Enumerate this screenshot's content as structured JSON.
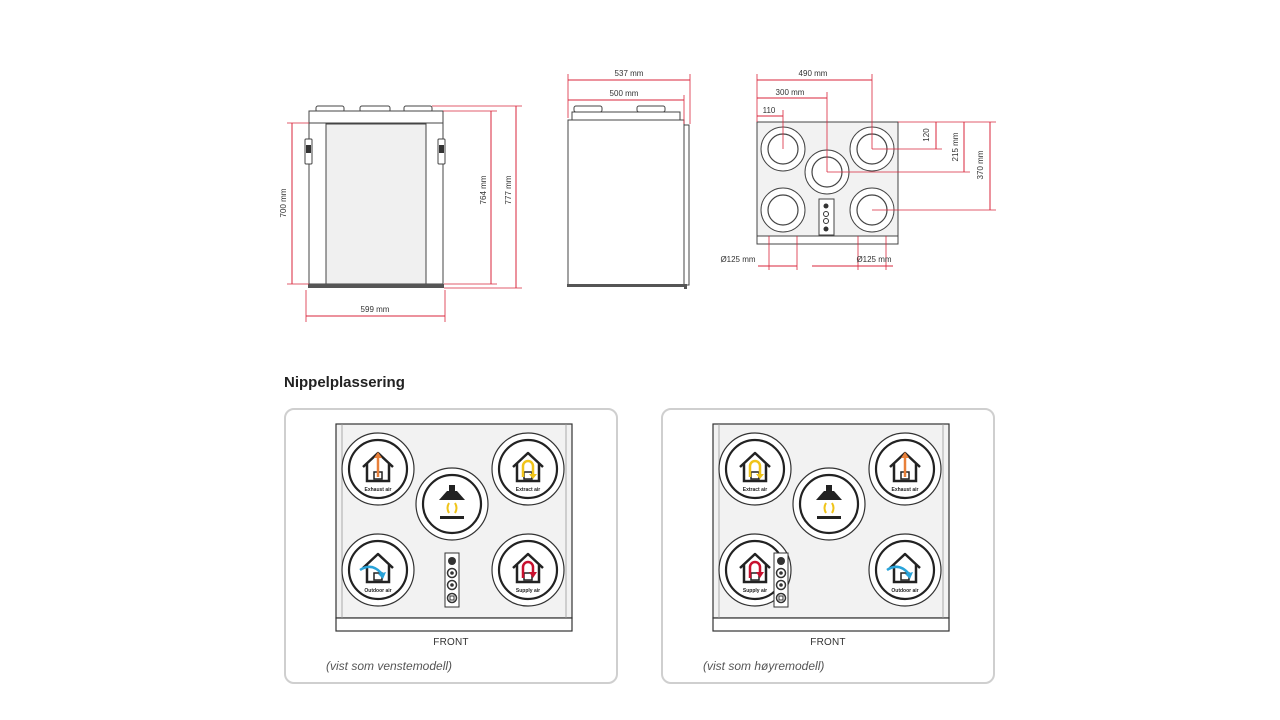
{
  "drawings": {
    "front_view": {
      "height_700": "700 mm",
      "height_764": "764 mm",
      "height_777": "777 mm",
      "width_599": "599 mm"
    },
    "side_view": {
      "width_537": "537 mm",
      "width_500": "500 mm"
    },
    "top_view": {
      "width_490": "490 mm",
      "width_300": "300 mm",
      "width_110": "110",
      "depth_120": "120",
      "depth_215": "215 mm",
      "depth_370": "370 mm",
      "dia_left": "Ø125 mm",
      "dia_right": "Ø125 mm"
    }
  },
  "section": {
    "title": "Nippelplassering"
  },
  "cards": {
    "left": {
      "front": "FRONT",
      "caption": "(vist som venstemodell)",
      "spigots": {
        "top_left": "Exhaust air",
        "top_right": "Extract air",
        "bottom_left": "Outdoor air",
        "bottom_right": "Supply air"
      }
    },
    "right": {
      "front": "FRONT",
      "caption": "(vist som høyremodell)",
      "spigots": {
        "top_left": "Extract air",
        "top_right": "Exhaust air",
        "bottom_left": "Supply air",
        "bottom_right": "Outdoor air"
      }
    }
  },
  "colors": {
    "dimension_red": "#d9263b",
    "outline": "#333333",
    "exhaust_arrow": "#e8803a",
    "extract_arrow": "#f0c419",
    "outdoor_arrow": "#29a3d9",
    "supply_arrow": "#c8102e"
  }
}
